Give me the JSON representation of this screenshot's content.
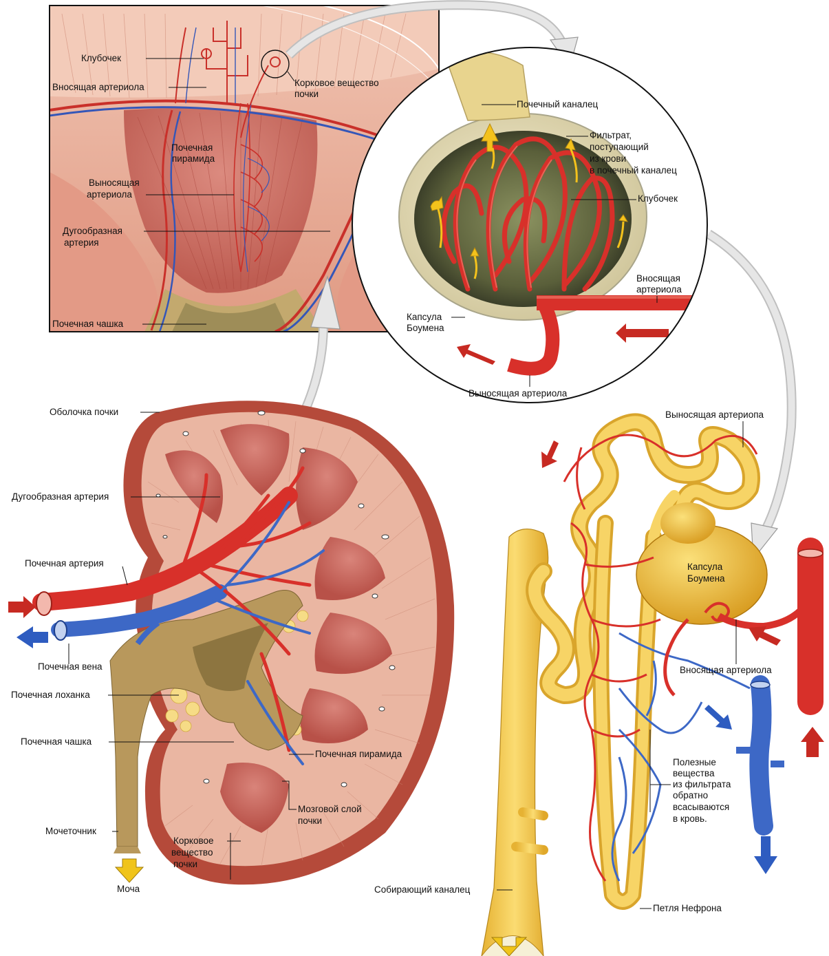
{
  "colors": {
    "artery": "#d8302a",
    "vein": "#3a66c8",
    "tubule": "#f2c443",
    "tissue": "#e7a48e",
    "cortex": "#e9b3a0",
    "pelvis": "#a98a4e",
    "arrow_grey": "#d6d6d6"
  },
  "inset_labels": {
    "glomerulus": "Клубочек",
    "afferent_arteriole": "Вносящая артериола",
    "cortex_kidney": [
      "Корковое вещество",
      "почки"
    ],
    "renal_pyramid": [
      "Почечная",
      "пирамида"
    ],
    "efferent_arteriole": [
      "Выносящая",
      "артериола"
    ],
    "arcuate_artery": [
      "Дугообразная",
      "артерия"
    ],
    "renal_calyx": "Почечная чашка"
  },
  "circle_labels": {
    "renal_tubule": "Почечный каналец",
    "filtrate": [
      "Фильтрат,",
      "поступающий",
      "из крови",
      "в почечный каналец"
    ],
    "glomerulus": "Клубочек",
    "afferent_arteriole": [
      "Вносящая",
      "артериола"
    ],
    "bowman_capsule": [
      "Капсула",
      "Боумена"
    ],
    "efferent_arteriole": "Выносящая артериола"
  },
  "kidney_labels": {
    "capsule": "Оболочка почки",
    "arcuate_artery": "Дугообразная артерия",
    "renal_artery": "Почечная артерия",
    "renal_vein": "Почечная вена",
    "renal_pelvis": "Почечная лоханка",
    "renal_calyx": "Почечная чашка",
    "ureter": "Мочеточник",
    "urine": "Моча",
    "renal_pyramid": "Почечная пирамида",
    "medulla": [
      "Мозговой слой",
      "почки"
    ],
    "cortex": [
      "Корковое",
      "вещество",
      "почки"
    ]
  },
  "nephron_labels": {
    "efferent_arteriole": "Выносящая артериопа",
    "bowman_capsule": [
      "Капсула",
      "Боумена"
    ],
    "afferent_arteriole": "Вносящая артериола",
    "reabsorption": [
      "Полезные",
      "вещества",
      "из фильтрата",
      "обратно",
      "всасываются",
      "в кровь."
    ],
    "collecting_duct": "Собирающий каналец",
    "loop_of_henle": "Петля Нефрона"
  }
}
